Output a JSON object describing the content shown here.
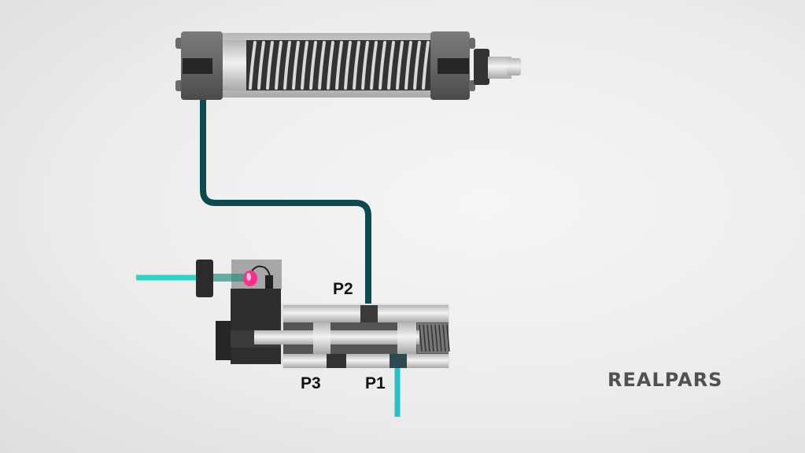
{
  "labels": {
    "p1": "P1",
    "p2": "P2",
    "p3": "P3"
  },
  "logo": "REALPARS",
  "colors": {
    "pressure_line": "#0d4a4f",
    "supply_air": "#2ad4c6",
    "indicator_led": "#ff2f8a",
    "logo": "#505050"
  }
}
